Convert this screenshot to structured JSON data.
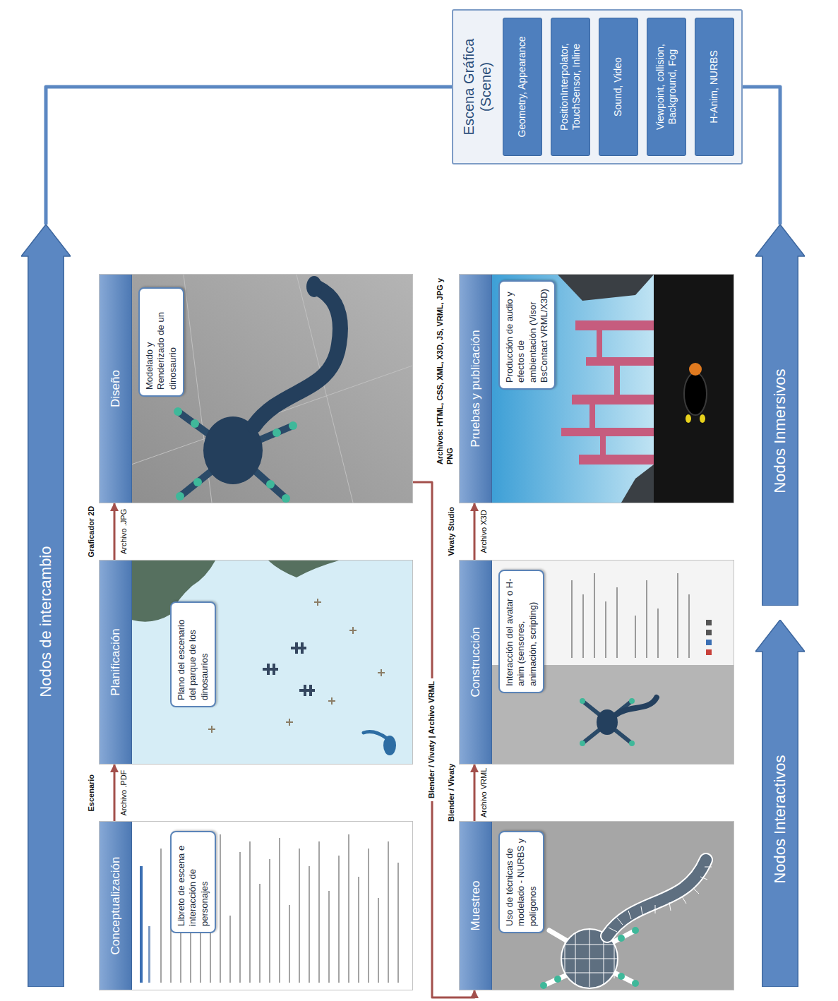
{
  "diagram": {
    "nodes": [
      {
        "text": [
          "Nodos de intercambio"
        ]
      },
      {
        "text": [
          "Conceptualización"
        ]
      },
      {
        "text": [
          "Libreto de escena e interacción de personajes"
        ],
        "in": 1
      },
      {
        "text": [
          "Planificación"
        ]
      },
      {
        "text": [
          "Plano del escenario del parque de los dinosaurios"
        ],
        "in": 3
      },
      {
        "text": [
          "Diseño"
        ]
      },
      {
        "text": [
          "Modelado y Renderizado de un dinosaurio"
        ],
        "in": 5
      },
      {
        "text": [
          "Escena Gráfica (Scene)"
        ]
      },
      {
        "text": [
          "Geometry, Appearance"
        ],
        "in": 7
      },
      {
        "text": [
          "PositionInterpolator, TouchSensor, Inline"
        ],
        "in": 7
      },
      {
        "text": [
          "Sound, Video"
        ],
        "in": 7
      },
      {
        "text": [
          "Viewpoint, collision, Background, Fog"
        ],
        "in": 7
      },
      {
        "text": [
          "H-Anim, NURBS"
        ],
        "in": 7
      },
      {
        "text": [
          "Muestreo"
        ]
      },
      {
        "text": [
          "Uso de técnicas de modelado - NURBS y polígonos"
        ],
        "in": 13
      },
      {
        "text": [
          "Construcción"
        ]
      },
      {
        "text": [
          "Interacción del avatar o H-anim (sensores, animación, scripting)"
        ],
        "in": 15
      },
      {
        "text": [
          "Pruebas y publicación"
        ]
      },
      {
        "text": [
          "Producción de audio y efectos de ambientación (Visor BsContact VRML/X3D)"
        ],
        "in": 17
      },
      {
        "text": [
          "Nodos Interactivos"
        ]
      },
      {
        "text": [
          "Nodos Inmersivos"
        ]
      }
    ],
    "edges": [
      {
        "from": 1,
        "to": 3,
        "arrow": "to",
        "label": "Escenario"
      },
      {
        "from": 3,
        "to": 5,
        "arrow": "to",
        "label": "Graficador 2D"
      },
      {
        "from": 5,
        "to": 13,
        "arrow": "to",
        "label": "Blender / Vivaty | Archivo VRML"
      },
      {
        "from": 13,
        "to": 15,
        "arrow": "to",
        "label": "Blender / Vivaty"
      },
      {
        "from": 15,
        "to": 17,
        "arrow": "to",
        "label": "Vivaty Studio"
      },
      {
        "from": 0,
        "to": 7,
        "arrow": "none"
      },
      {
        "from": 20,
        "to": 7,
        "arrow": "none"
      }
    ],
    "labels": [
      "Archivo .PDF",
      "Archivo .JPG",
      "Archivo VRML",
      "Archivo X3D",
      "Archivos: HTML, CSS, XML, X3D, JS, VRML, JPG y PNG"
    ]
  }
}
